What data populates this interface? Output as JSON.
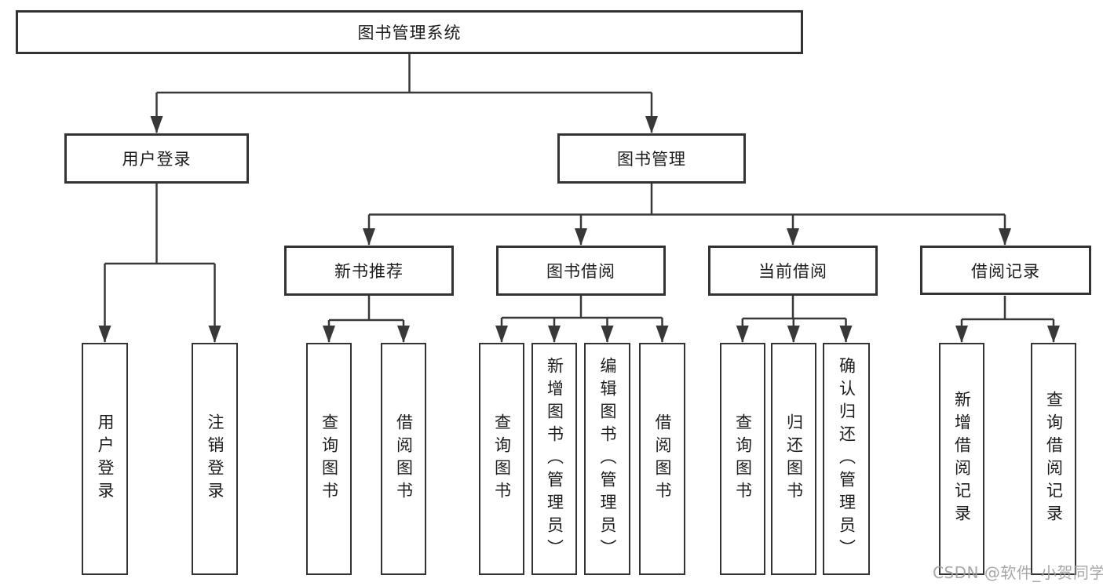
{
  "nodes": {
    "root": "图书管理系统",
    "user_login": "用户登录",
    "book_mgmt": "图书管理",
    "new_rec": "新书推荐",
    "borrow": "图书借阅",
    "current": "当前借阅",
    "records": "借阅记录",
    "a1": "用户登录",
    "a2": "注销登录",
    "b1": "查询图书",
    "b2": "借阅图书",
    "c1": "查询图书",
    "c2": "新增图书（管理员）",
    "c3": "编辑图书（管理员）",
    "c4": "借阅图书",
    "d1": "查询图书",
    "d2": "归还图书",
    "d3": "确认归还（管理员）",
    "e1": "新增借阅记录",
    "e2": "查询借阅记录"
  },
  "structure": {
    "图书管理系统": {
      "用户登录": [
        "用户登录",
        "注销登录"
      ],
      "图书管理": {
        "新书推荐": [
          "查询图书",
          "借阅图书"
        ],
        "图书借阅": [
          "查询图书",
          "新增图书（管理员）",
          "编辑图书（管理员）",
          "借阅图书"
        ],
        "当前借阅": [
          "查询图书",
          "归还图书",
          "确认归还（管理员）"
        ],
        "借阅记录": [
          "新增借阅记录",
          "查询借阅记录"
        ]
      }
    }
  },
  "watermark": "CSDN @软件_小贺同学",
  "colors": {
    "line": "#383838",
    "border": "#333333",
    "text": "#1c1c1c",
    "watermark": "#9e9e9e",
    "background": "#ffffff"
  }
}
